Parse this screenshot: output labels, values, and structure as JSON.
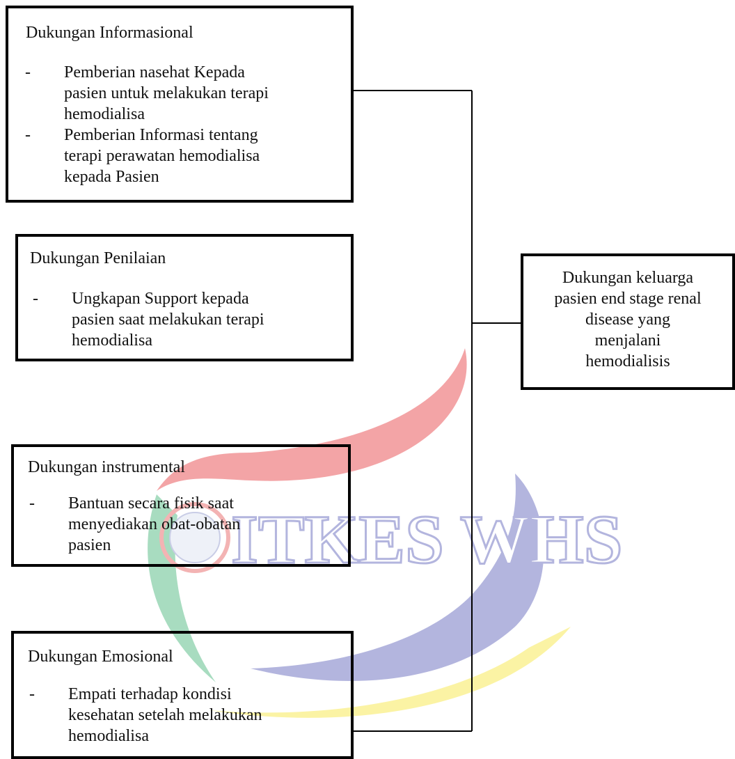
{
  "colors": {
    "border": "#000000",
    "text": "#111111",
    "watermark_red": "#f3a4a6",
    "watermark_blue": "#b3b5de",
    "watermark_yellow": "#fbf3a4",
    "watermark_green": "#a8dcc0"
  },
  "watermark": {
    "text": "ITKES WHS",
    "logo": "globe-emblem"
  },
  "boxes": {
    "informasional": {
      "title": "Dukungan Informasional",
      "items": [
        [
          "Pemberian nasehat Kepada",
          "pasien untuk melakukan terapi",
          "hemodialisa"
        ],
        [
          "Pemberian Informasi tentang",
          "terapi perawatan hemodialisa",
          "kepada Pasien"
        ]
      ]
    },
    "penilaian": {
      "title": "Dukungan Penilaian",
      "items": [
        [
          "Ungkapan Support  kepada",
          "pasien saat melakukan terapi",
          "hemodialisa"
        ]
      ]
    },
    "instrumental": {
      "title": "Dukungan instrumental",
      "items": [
        [
          "Bantuan secara fisik saat",
          "menyediakan obat-obatan",
          "pasien"
        ]
      ]
    },
    "emosional": {
      "title": "Dukungan Emosional",
      "items": [
        [
          "Empati terhadap kondisi",
          "kesehatan setelah melakukan",
          "hemodialisa"
        ]
      ]
    },
    "target": {
      "lines": [
        "Dukungan keluarga",
        "pasien end stage renal",
        "disease yang",
        "menjalani",
        "hemodialisis"
      ]
    }
  },
  "bullet_char": "-"
}
